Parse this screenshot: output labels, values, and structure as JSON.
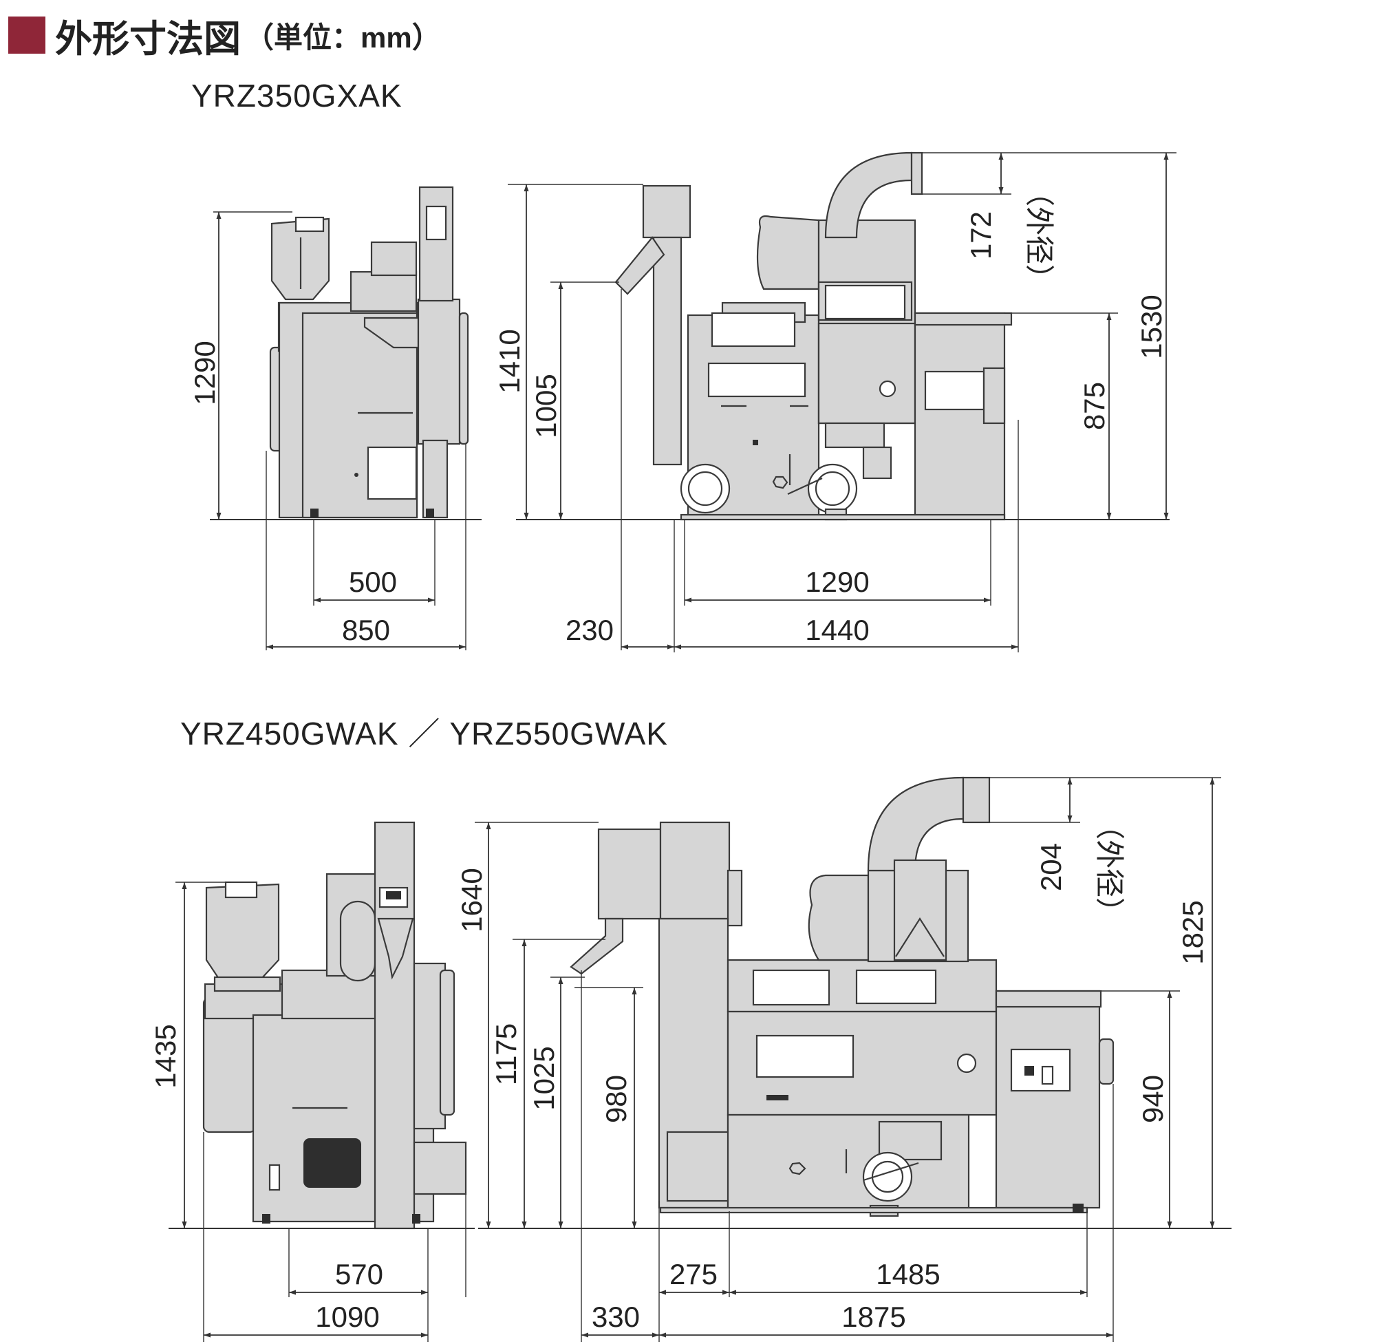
{
  "header": {
    "title": "外形寸法図",
    "unit": "（単位：mm）",
    "accent_color": "#8f2638"
  },
  "models": [
    {
      "name": "YRZ350GXAK",
      "side_view": {
        "height": "1290",
        "width_inner": "500",
        "width_total": "850"
      },
      "front_view": {
        "height_hopper": "1410",
        "height_spout": "1005",
        "duct_diameter": "172",
        "duct_note": "（外径）",
        "height_table": "875",
        "height_total": "1530",
        "length_body": "1290",
        "offset": "230",
        "length_total": "1440"
      }
    },
    {
      "name": "YRZ450GWAK ／ YRZ550GWAK",
      "side_view": {
        "height": "1435",
        "width_inner": "570",
        "width_total": "1090"
      },
      "front_view": {
        "height_hopper": "1640",
        "height_spout_a": "1175",
        "height_spout_b": "1025",
        "height_spout_c": "980",
        "duct_diameter": "204",
        "duct_note": "（外径）",
        "height_table": "940",
        "height_total": "1825",
        "offset_left": "275",
        "length_body": "1485",
        "offset": "330",
        "length_total": "1875"
      }
    }
  ]
}
